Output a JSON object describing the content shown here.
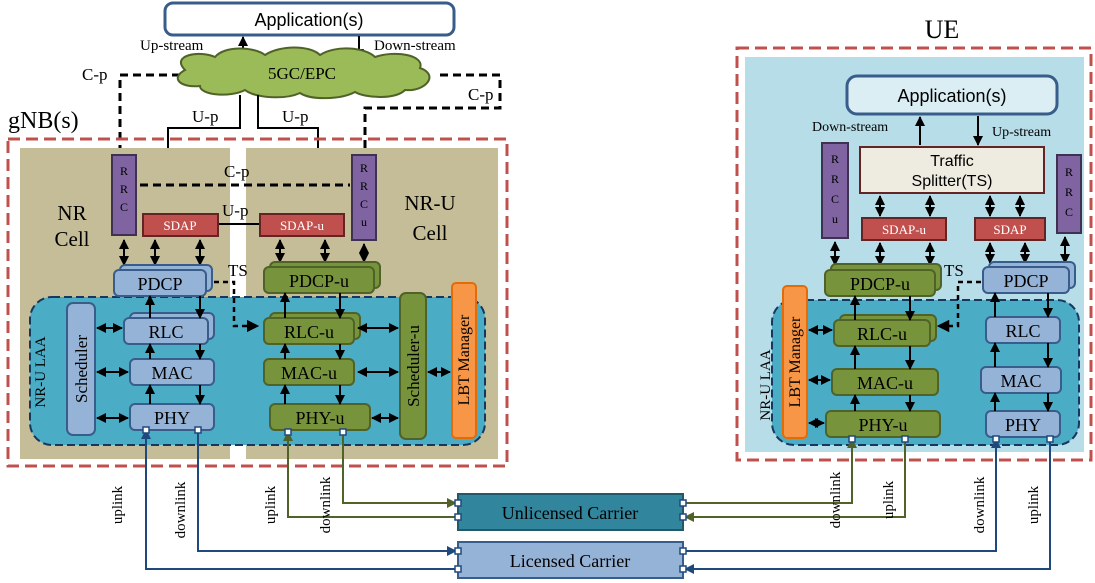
{
  "top": {
    "application": "Application(s)",
    "upstream": "Up-stream",
    "downstream": "Down-stream",
    "core": "5GC/EPC",
    "cp_left": "C-p",
    "cp_right": "C-p",
    "up_left": "U-p",
    "up_right": "U-p"
  },
  "gnb": {
    "title": "gNB(s)",
    "cp_mid": "C-p",
    "up_mid": "U-p",
    "nr_cell": [
      "NR",
      "Cell"
    ],
    "nru_cell": [
      "NR-U",
      "Cell"
    ],
    "rrc": "RRC",
    "rrc_u": "RRCu",
    "sdap": "SDAP",
    "sdap_u": "SDAP-u",
    "pdcp": "PDCP",
    "pdcp_u": "PDCP-u",
    "ts": "TS",
    "rlc": "RLC",
    "rlc_u": "RLC-u",
    "mac": "MAC",
    "mac_u": "MAC-u",
    "phy": "PHY",
    "phy_u": "PHY-u",
    "scheduler": "Scheduler",
    "scheduler_u": "Scheduler-u",
    "lbt": "LBT Manager",
    "laa": "NR-U LAA"
  },
  "ue": {
    "title": "UE",
    "application": "Application(s)",
    "downstream": "Down-stream",
    "upstream": "Up-stream",
    "ts_box": [
      "Traffic",
      "Splitter(TS)"
    ],
    "rrc_u": "RRCu",
    "rrc": "RRC",
    "sdap_u": "SDAP-u",
    "sdap": "SDAP",
    "pdcp_u": "PDCP-u",
    "pdcp": "PDCP",
    "ts": "TS",
    "rlc_u": "RLC-u",
    "rlc": "RLC",
    "mac_u": "MAC-u",
    "mac": "MAC",
    "phy_u": "PHY-u",
    "phy": "PHY",
    "lbt": "LBT Manager",
    "laa": "NR-U LAA"
  },
  "carriers": {
    "unlicensed": "Unlicensed Carrier",
    "licensed": "Licensed Carrier",
    "uplink": "uplink",
    "downlink": "downlink"
  },
  "colors": {
    "nr_blue": "#95b3d7",
    "nru_green": "#77933c",
    "rrc_purple": "#8064a2",
    "sdap_red": "#c0504d",
    "lbt_orange": "#f79646",
    "laa_cyan": "#4bacc6",
    "cell_tan": "#c4bd97",
    "ue_bg": "#b7dde8",
    "core_green": "#9bbb59",
    "unlicensed_teal": "#31859c",
    "licensed_blue": "#95b3d7",
    "dash_red": "#c0504d"
  }
}
